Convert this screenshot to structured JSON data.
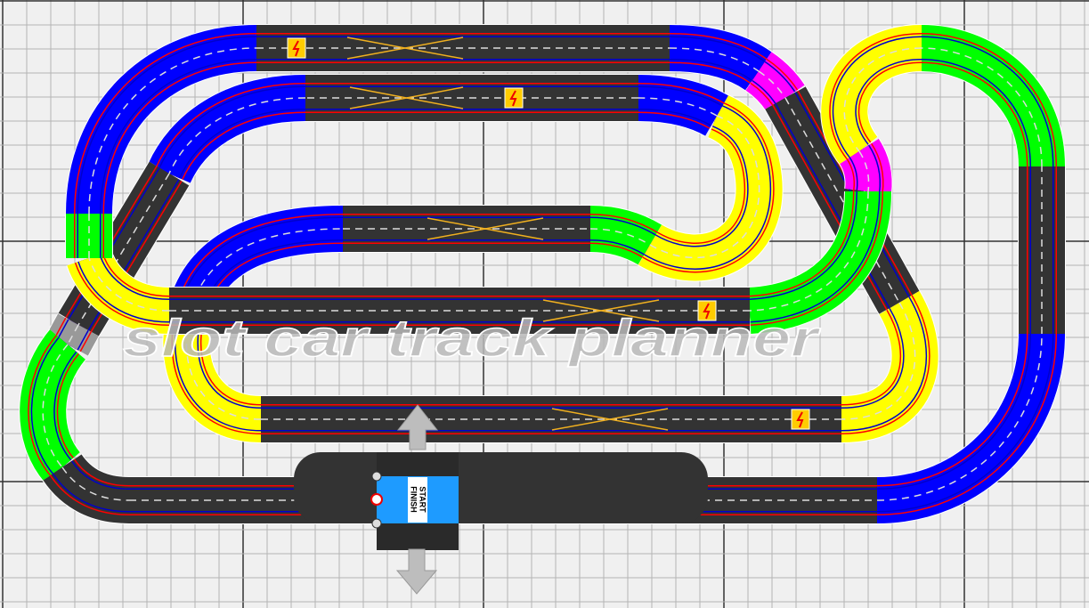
{
  "app": {
    "name": "slot car track planner"
  },
  "colors": {
    "background": "#f0f0f0",
    "grid_minor": "#b4b4b4",
    "grid_major": "#333333",
    "straight": "#333333",
    "curve_r1": "#0000ff",
    "curve_r2": "#ffff00",
    "curve_r3": "#00ff00",
    "curve_r4": "#ff00ff",
    "short": "#999999",
    "lane_red": "#ff0000",
    "lane_blue": "#0000cc",
    "start_finish": "#1e9bff",
    "power_icon": "#ffcc00"
  },
  "start_finish": {
    "label_line1": "START",
    "label_line2": "FINISH"
  },
  "controls": {
    "move_up": "move-up-arrow",
    "move_down": "move-down-arrow"
  }
}
